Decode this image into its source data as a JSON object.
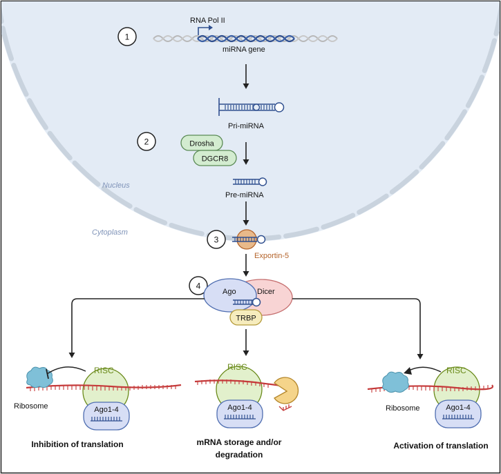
{
  "steps": [
    "1",
    "2",
    "3",
    "4"
  ],
  "labels": {
    "rna_pol": "RNA Pol II",
    "mirna_gene": "miRNA gene",
    "pri_mirna": "Pri-miRNA",
    "drosha": "Drosha",
    "dgcr8": "DGCR8",
    "pre_mirna": "Pre-miRNA",
    "nucleus": "Nucleus",
    "cytoplasm": "Cytoplasm",
    "exportin": "Exportin-5",
    "ago": "Ago",
    "dicer": "Dicer",
    "trbp": "TRBP",
    "risc": "RISC",
    "ago14": "Ago1-4",
    "ribosome": "Ribosome"
  },
  "outcomes": {
    "left": "Inhibition of translation",
    "middle_line1": "mRNA storage and/or",
    "middle_line2": "degradation",
    "right": "Activation of translation"
  },
  "colors": {
    "nucleus_fill": "#e3ebf5",
    "membrane": "#c9d3de",
    "drosha_fill": "#d3ecd0",
    "ago_fill": "#d7def5",
    "dicer_fill": "#f8d4d4",
    "trbp_fill": "#f6ecbd",
    "exportin_fill": "#e8b98a",
    "exportin_text": "#b4632a",
    "risc_fill": "#e2f0cc",
    "risc_text": "#6a8a1a",
    "mrna": "#c53a3a",
    "ribosome": "#7fc0d8",
    "rna": "#2f4f8f"
  }
}
